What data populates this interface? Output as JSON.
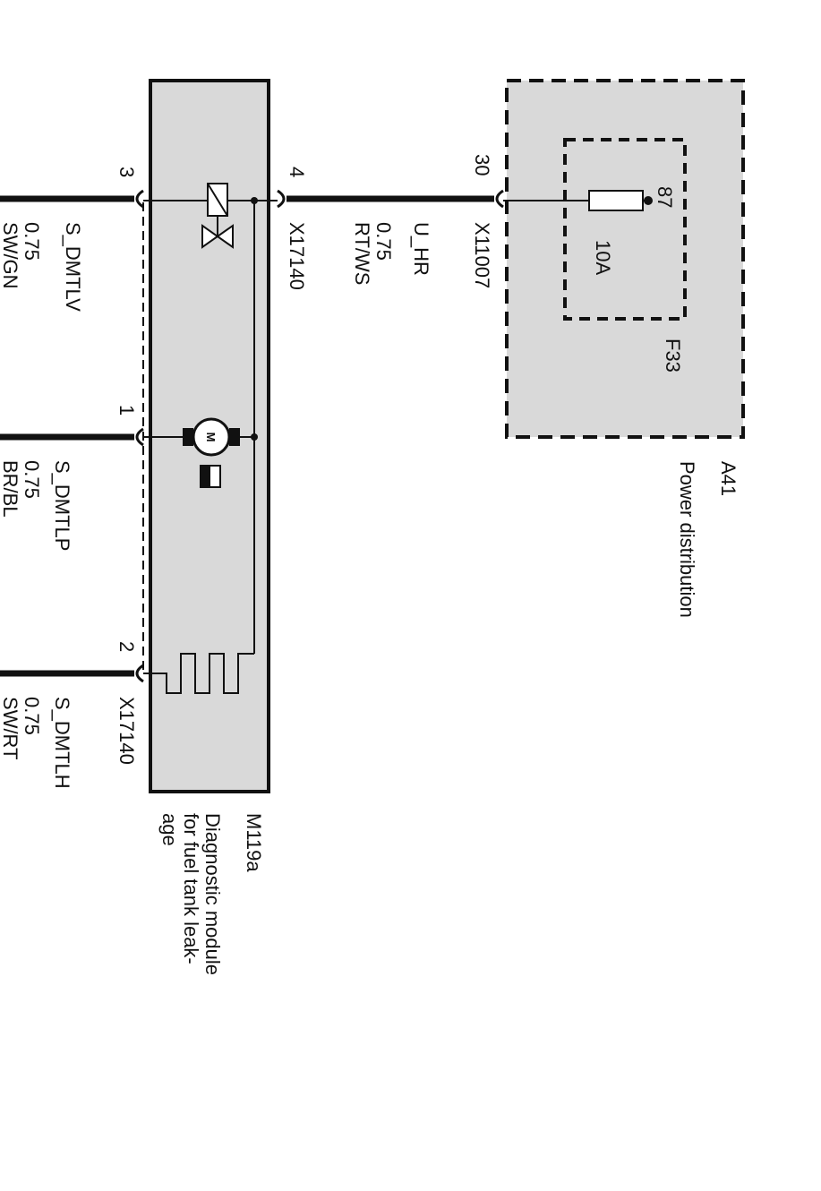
{
  "power_distribution": {
    "id": "A41",
    "name": "Power distribution",
    "fuse": {
      "id": "F33",
      "rating": "10A",
      "pin_out": "87"
    },
    "connector": {
      "id": "X11007",
      "pin": "30"
    }
  },
  "supply_wire": {
    "signal": "U_HR",
    "gauge": "0.75",
    "color": "RT/WS"
  },
  "module": {
    "id": "M119a",
    "desc_line1": "Diagnostic module",
    "desc_line2": "for fuel tank leak-",
    "desc_line3": "age",
    "connector_top": "X17140",
    "connector_bottom": "X17140",
    "pin_supply": "4",
    "pin_valve": "3",
    "pin_pump": "1",
    "pin_heater": "2"
  },
  "wires": {
    "valve": {
      "signal": "S_DMTLV",
      "gauge": "0.75",
      "color": "SW/GN"
    },
    "pump": {
      "signal": "S_DMTLP",
      "gauge": "0.75",
      "color": "BR/BL"
    },
    "heater": {
      "signal": "S_DMTLH",
      "gauge": "0.75",
      "color": "SW/RT"
    }
  },
  "colors": {
    "box_fill": "#d9d9d9",
    "line": "#111111"
  }
}
